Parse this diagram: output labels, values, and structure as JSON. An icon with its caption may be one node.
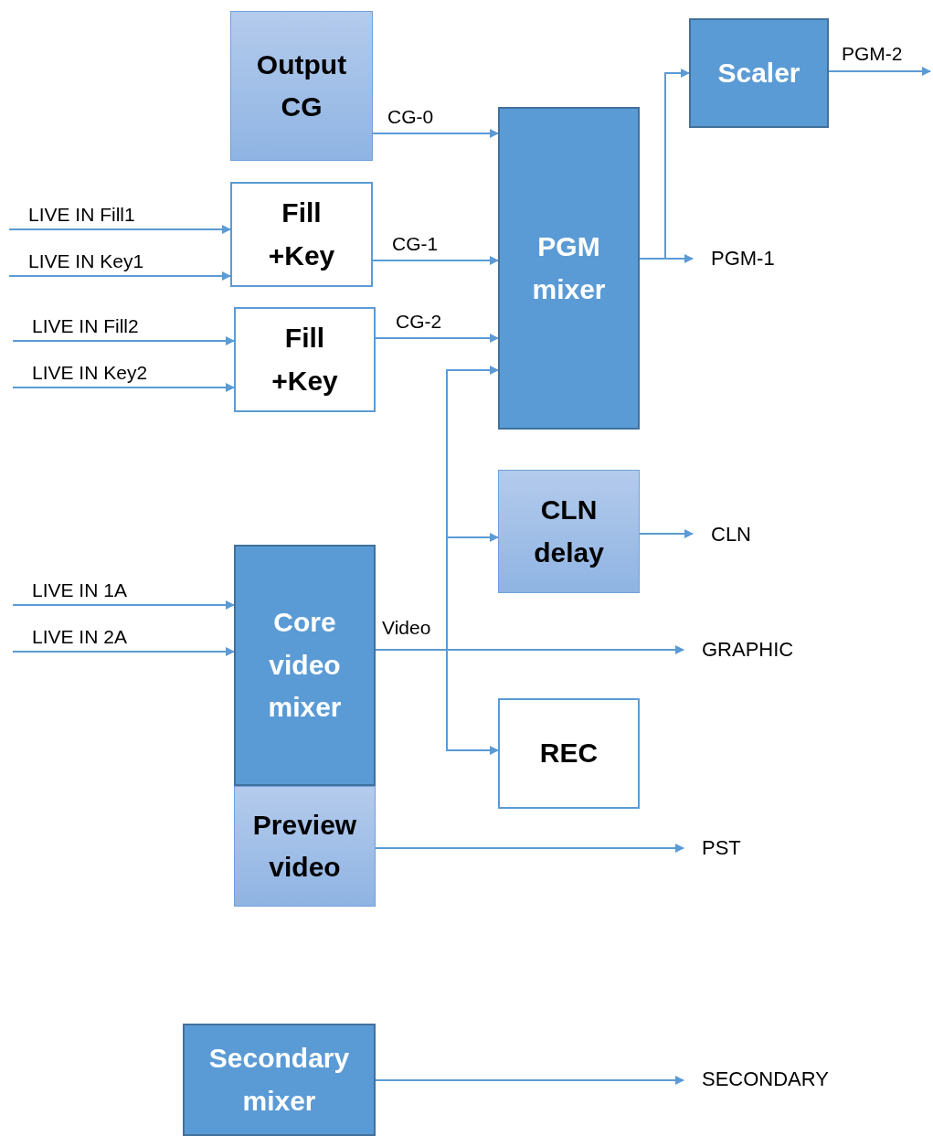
{
  "diagram": {
    "nodes": [
      {
        "text": [
          "Output CG"
        ]
      },
      {
        "text": [
          "Fill +Key"
        ]
      },
      {
        "text": [
          "Fill +Key"
        ]
      },
      {
        "text": [
          "PGM mixer"
        ]
      },
      {
        "text": [
          "Scaler"
        ]
      },
      {
        "text": [
          "CLN delay"
        ]
      },
      {
        "text": [
          "Core video mixer"
        ]
      },
      {
        "text": [
          "Preview video"
        ]
      },
      {
        "text": [
          "REC"
        ]
      },
      {
        "text": [
          "Secondary mixer"
        ]
      },
      {
        "text": [
          "PGM-1"
        ]
      },
      {
        "text": [
          "CLN"
        ]
      },
      {
        "text": [
          "GRAPHIC"
        ]
      },
      {
        "text": [
          "PST"
        ]
      },
      {
        "text": [
          "SECONDARY"
        ]
      }
    ],
    "edges": [
      {
        "from": null,
        "to": 1,
        "arrow": "to",
        "label": "LIVE IN Fill1"
      },
      {
        "from": null,
        "to": 1,
        "arrow": "to",
        "label": "LIVE IN Key1"
      },
      {
        "from": null,
        "to": 2,
        "arrow": "to",
        "label": "LIVE IN Fill2"
      },
      {
        "from": null,
        "to": 2,
        "arrow": "to",
        "label": "LIVE IN Key2"
      },
      {
        "from": 0,
        "to": 3,
        "arrow": "to",
        "label": "CG-0"
      },
      {
        "from": 1,
        "to": 3,
        "arrow": "to",
        "label": "CG-1"
      },
      {
        "from": 2,
        "to": 3,
        "arrow": "to",
        "label": "CG-2"
      },
      {
        "from": 3,
        "to": 10,
        "arrow": "to"
      },
      {
        "from": 3,
        "to": 4,
        "arrow": "to"
      },
      {
        "from": 4,
        "to": null,
        "arrow": "to",
        "label": "PGM-2"
      },
      {
        "from": null,
        "to": 6,
        "arrow": "to",
        "label": "LIVE IN 1A"
      },
      {
        "from": null,
        "to": 6,
        "arrow": "to",
        "label": "LIVE IN 2A"
      },
      {
        "from": 6,
        "to": 12,
        "arrow": "to",
        "label": "Video"
      },
      {
        "from": 6,
        "to": 3,
        "arrow": "to"
      },
      {
        "from": 6,
        "to": 5,
        "arrow": "to"
      },
      {
        "from": 6,
        "to": 8,
        "arrow": "to"
      },
      {
        "from": 5,
        "to": 11,
        "arrow": "to"
      },
      {
        "from": 7,
        "to": 13,
        "arrow": "to"
      },
      {
        "from": 9,
        "to": 14,
        "arrow": "to"
      }
    ]
  }
}
